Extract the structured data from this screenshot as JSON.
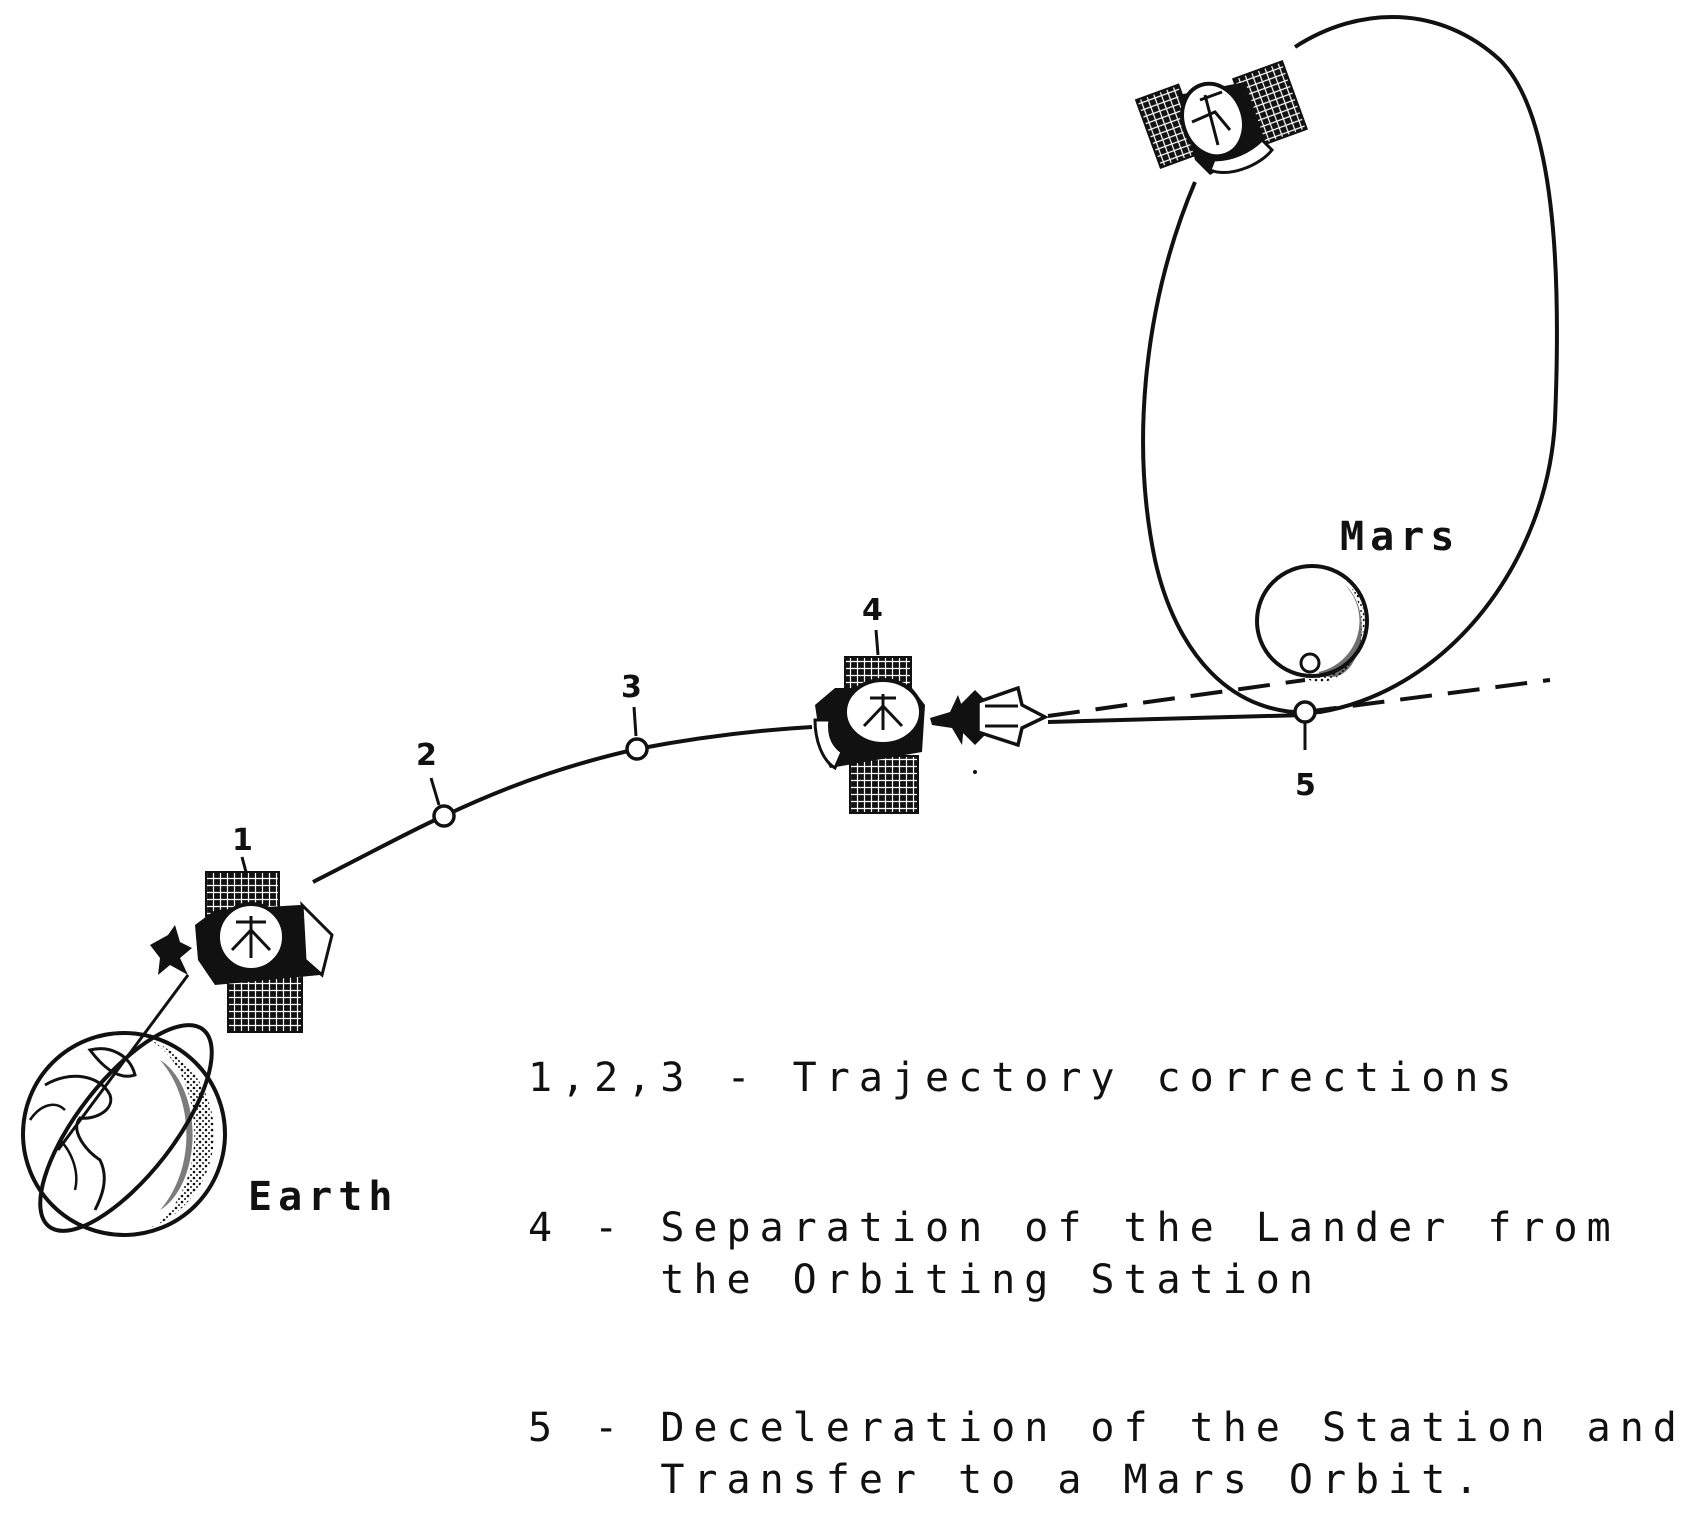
{
  "labels": {
    "earth": "Earth",
    "mars": "Mars",
    "points": [
      "1",
      "2",
      "3",
      "4",
      "5"
    ]
  },
  "legend": {
    "line1": "1,2,3 - Trajectory corrections",
    "line2a": "4 - Separation of the Lander from",
    "line2b": "    the Orbiting Station",
    "line3a": "5 - Deceleration of the Station and",
    "line3b": "    Transfer to a Mars Orbit."
  }
}
